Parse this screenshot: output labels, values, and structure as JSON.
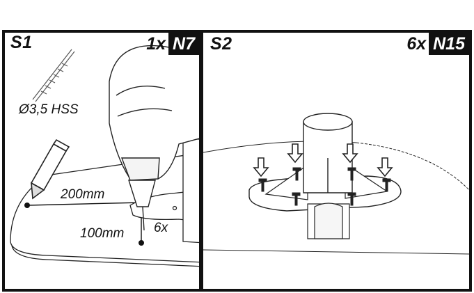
{
  "panels": [
    {
      "step": "S1",
      "quantity": "1x",
      "part": "N7",
      "drill": "Ø3,5 HSS",
      "dim_long": "200mm",
      "dim_short": "100mm",
      "holes": "6x"
    },
    {
      "step": "S2",
      "quantity": "6x",
      "part": "N15"
    }
  ]
}
